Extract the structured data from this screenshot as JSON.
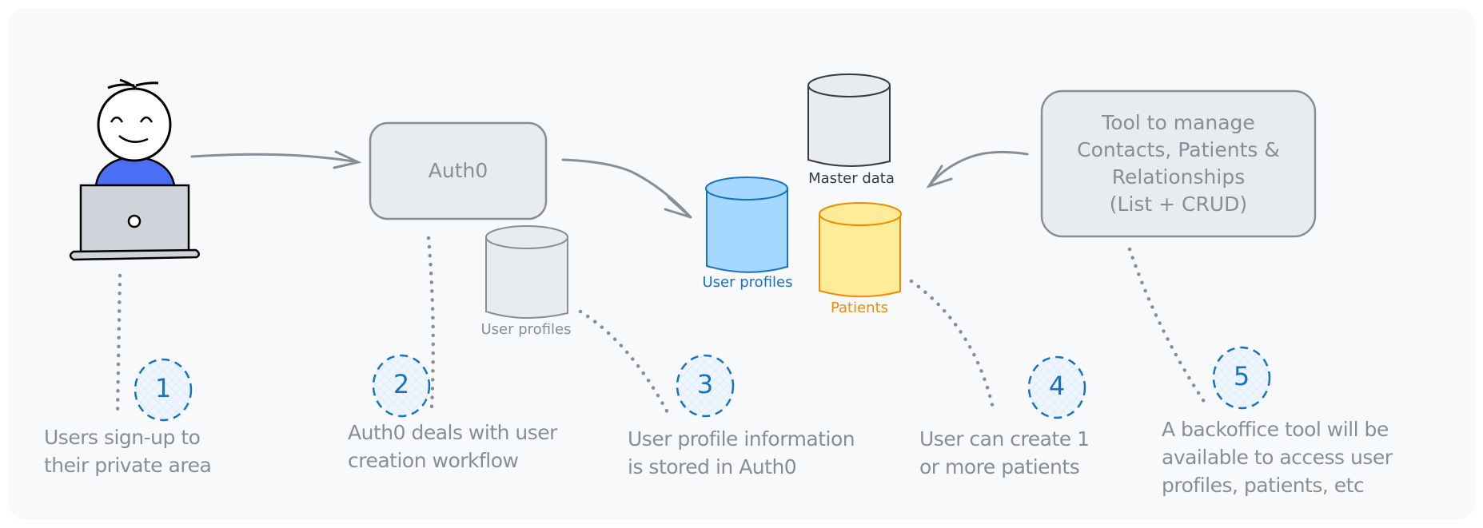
{
  "colors": {
    "background": "#f8f9fa",
    "stroke_gray": "#868e96",
    "box_fill": "#e9ecef",
    "badge_blue": "#1971c2",
    "user_profiles_fill": "#a5d8ff",
    "user_profiles_stroke": "#1971c2",
    "patients_fill": "#ffec99",
    "patients_stroke": "#f08c00",
    "person_shirt": "#4c6ef5",
    "laptop_fill": "#ced4da"
  },
  "nodes": {
    "auth0_box": "Auth0",
    "backoffice_box": "Tool to manage\nContacts, Patients &\nRelationships\n(List + CRUD)",
    "auth0_db_label": "User profiles",
    "user_profiles_db_label": "User profiles",
    "master_data_db_label": "Master data",
    "patients_db_label": "Patients"
  },
  "steps": [
    {
      "number": "1",
      "text": [
        "Users sign-up to",
        "their private area"
      ]
    },
    {
      "number": "2",
      "text": [
        "Auth0 deals with user",
        "creation workflow"
      ]
    },
    {
      "number": "3",
      "text": [
        "User profile information",
        "is stored in Auth0"
      ]
    },
    {
      "number": "4",
      "text": [
        "User can create 1",
        "or more patients"
      ]
    },
    {
      "number": "5",
      "text": [
        "A backoffice tool will be",
        "available to access user",
        "profiles, patients, etc"
      ]
    }
  ],
  "icons": {
    "person": "person-at-laptop-icon",
    "database": "database-cylinder-icon",
    "arrow": "arrow-icon",
    "step_badge": "dashed-circle-badge-icon"
  }
}
